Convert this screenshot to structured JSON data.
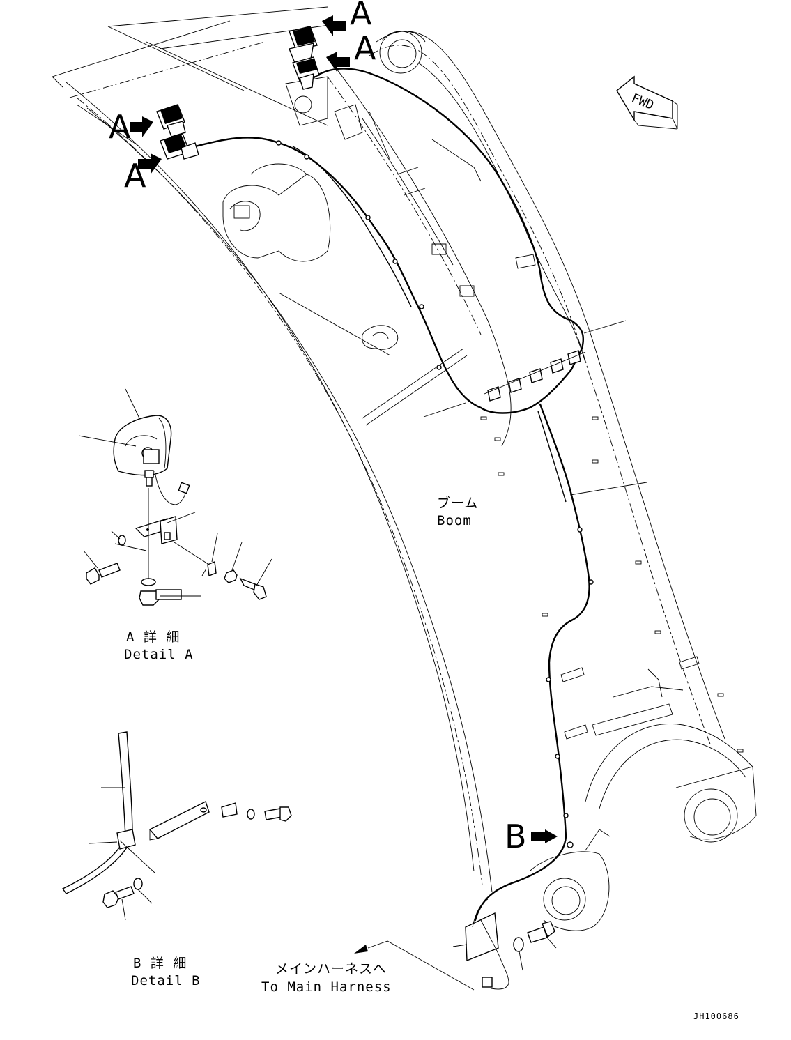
{
  "view_labels": {
    "a1": "A",
    "a2": "A",
    "a3": "A",
    "a4": "A",
    "b": "B"
  },
  "fwd": "FWD",
  "boom": {
    "jp": "ブーム",
    "en": "Boom"
  },
  "detail_a": {
    "jp": "A 詳 細",
    "en": "Detail A"
  },
  "detail_b": {
    "jp": "B 詳 細",
    "en": "Detail B"
  },
  "harness": {
    "jp": "メインハーネスへ",
    "en": "To Main Harness"
  },
  "drawing_code": "JH100686"
}
